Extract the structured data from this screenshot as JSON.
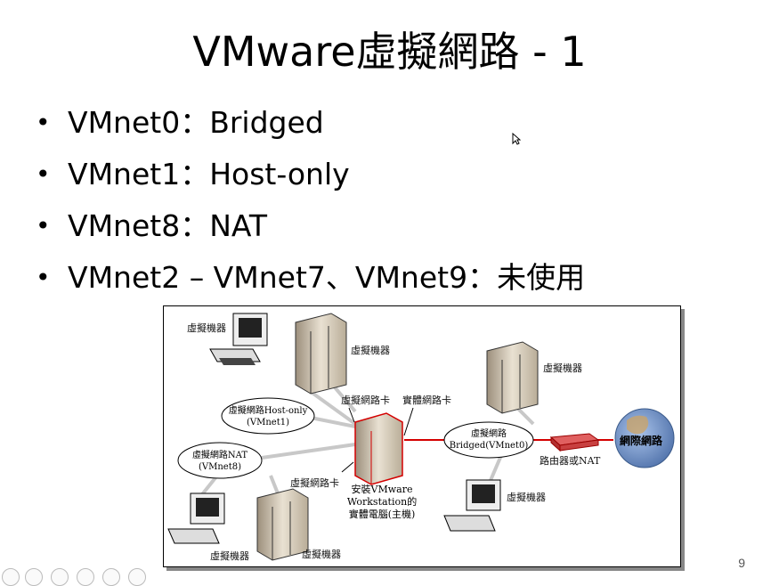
{
  "slide": {
    "title": "VMware虛擬網路 - 1",
    "bullets": [
      "VMnet0：Bridged",
      "VMnet1：Host-only",
      "VMnet8：NAT",
      "VMnet2 – VMnet7、VMnet9：未使用"
    ],
    "page_number": "9"
  },
  "diagram": {
    "vm_top_left": "虛擬機器",
    "vm_top_mid": "虛擬機器",
    "vm_top_right": "虛擬機器",
    "vm_bottom_left": "虛擬機器",
    "vm_bottom_mid": "虛擬機器",
    "vm_bottom_right": "虛擬機器",
    "virtual_nic_top": "虛擬網路卡",
    "physical_nic": "實體網路卡",
    "virtual_nic_bottom": "虛擬網路卡",
    "hostonly_line1": "虛擬網路Host-only",
    "hostonly_line2": "(VMnet1)",
    "nat_line1": "虛擬網路NAT",
    "nat_line2": "(VMnet8)",
    "bridged_line1": "虛擬網路",
    "bridged_line2": "Bridged(VMnet0)",
    "host_line1": "安裝VMware",
    "host_line2": "Workstation的",
    "host_line3": "實體電腦(主機)",
    "router": "路由器或NAT",
    "internet": "網際網路"
  },
  "colors": {
    "link_red": "#d40000",
    "link_gray": "#c8c8c8",
    "globe": "#6b8fc7"
  }
}
